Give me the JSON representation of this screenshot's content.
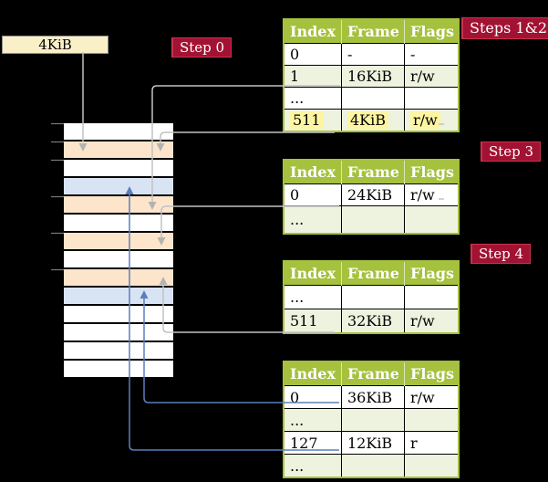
{
  "colors": {
    "header-green": "#a5c13e",
    "row-green": "#eef3df",
    "highlight-yellow": "#fdf5a1",
    "peach": "#fde5cb",
    "blue-row": "#d8e4f4",
    "cream": "#faf0c8",
    "crimson": "#a21232",
    "gray-arrow": "#c2c2c2",
    "blue-arrow": "#5b7fba"
  },
  "frame_box": {
    "label": "4KiB"
  },
  "step_labels": {
    "step0": "Step 0",
    "steps12": "Steps 1&2",
    "step3": "Step 3",
    "step4": "Step 4"
  },
  "tables": [
    {
      "name": "table-steps-1-2",
      "headers": [
        "Index",
        "Frame",
        "Flags"
      ],
      "rows": [
        {
          "cells": [
            "0",
            "-",
            "-"
          ]
        },
        {
          "cells": [
            "1",
            "16KiB",
            "r/w"
          ]
        },
        {
          "cells": [
            "...",
            "",
            ""
          ]
        },
        {
          "cells": [
            "511",
            "4KiB",
            "r/w"
          ],
          "highlighted": true
        }
      ]
    },
    {
      "name": "table-step-3",
      "headers": [
        "Index",
        "Frame",
        "Flags"
      ],
      "rows": [
        {
          "cells": [
            "0",
            "24KiB",
            "r/w"
          ]
        },
        {
          "cells": [
            "...",
            "",
            ""
          ]
        }
      ]
    },
    {
      "name": "table-step-4",
      "headers": [
        "Index",
        "Frame",
        "Flags"
      ],
      "rows": [
        {
          "cells": [
            "...",
            "",
            ""
          ]
        },
        {
          "cells": [
            "511",
            "32KiB",
            "r/w"
          ]
        }
      ]
    },
    {
      "name": "table-final",
      "headers": [
        "Index",
        "Frame",
        "Flags"
      ],
      "rows": [
        {
          "cells": [
            "0",
            "36KiB",
            "r/w"
          ]
        },
        {
          "cells": [
            "...",
            "",
            ""
          ]
        },
        {
          "cells": [
            "127",
            "12KiB",
            "r"
          ]
        },
        {
          "cells": [
            "...",
            "",
            ""
          ]
        }
      ]
    }
  ],
  "stack": {
    "row_colors": [
      "white",
      "peach",
      "white",
      "blue",
      "peach",
      "white",
      "peach",
      "white",
      "peach",
      "blue",
      "white",
      "white",
      "white",
      "white"
    ]
  }
}
